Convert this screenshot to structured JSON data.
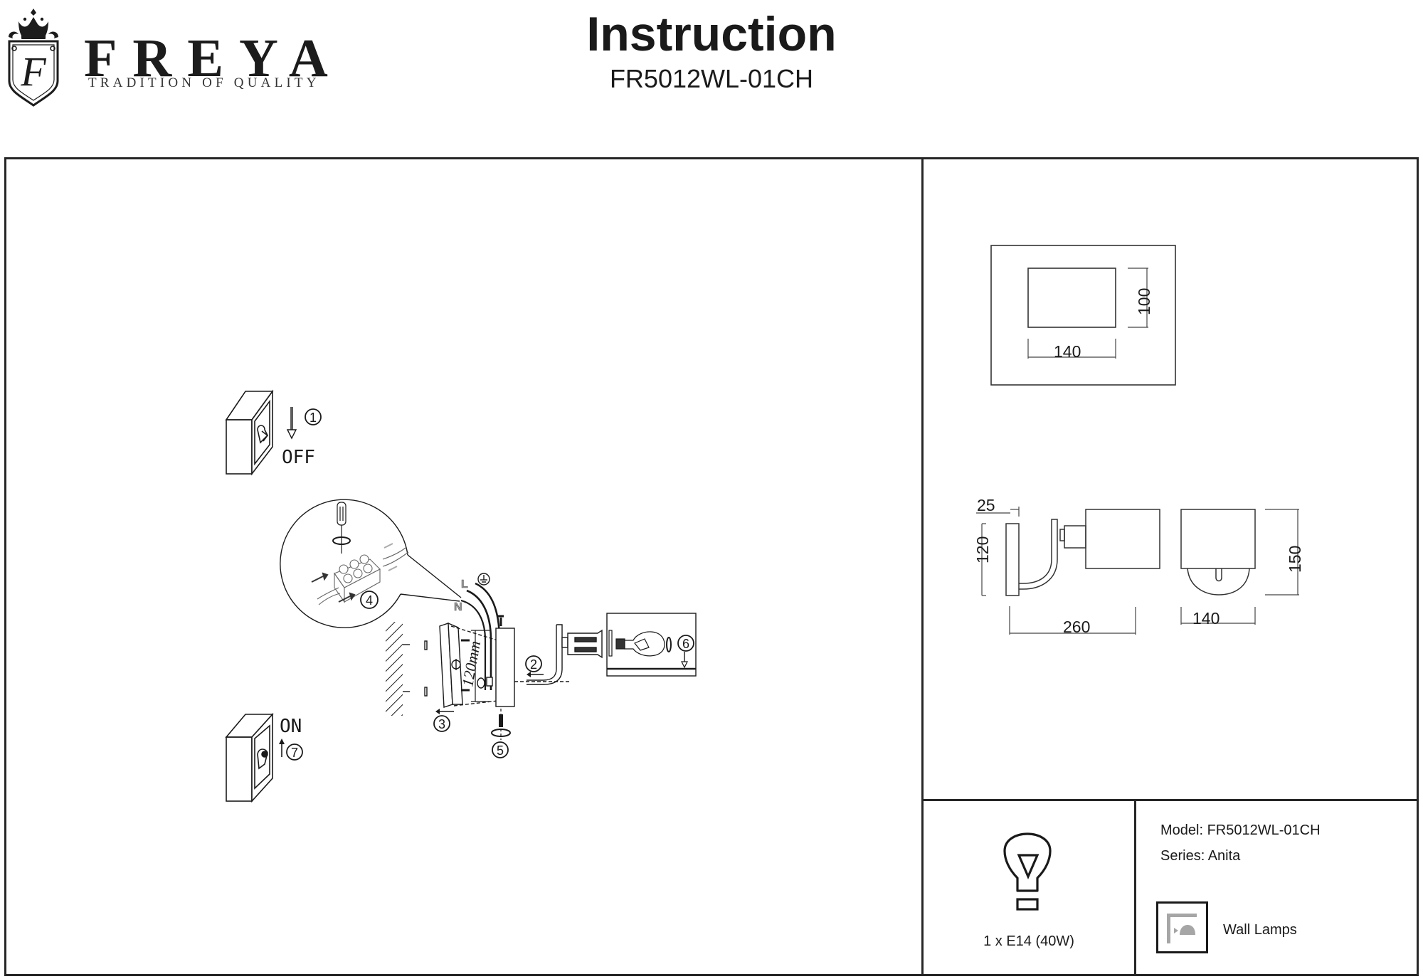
{
  "header": {
    "brand": {
      "name": "FREYA",
      "tagline": "TRADITION OF QUALITY",
      "logo_icon": "crest-shield-crown-icon",
      "logo_monogram": "F"
    },
    "title": "Instruction",
    "model_code": "FR5012WL-01CH"
  },
  "installation_steps": [
    {
      "number": "1",
      "label": "OFF",
      "icon": "switch-off-icon",
      "action": "Switch power off"
    },
    {
      "number": "2",
      "label": "",
      "icon": "arrow-left-icon",
      "action": "Remove lamp arm from mounting plate"
    },
    {
      "number": "3",
      "label": "",
      "icon": "mounting-bracket-icon",
      "action": "Fix mounting bracket to wall"
    },
    {
      "number": "4",
      "label": "",
      "icon": "terminal-block-icon",
      "action": "Connect wires to terminal block"
    },
    {
      "number": "5",
      "label": "",
      "icon": "screw-rotate-icon",
      "action": "Tighten fixing screw"
    },
    {
      "number": "6",
      "label": "",
      "icon": "bulb-rotate-icon",
      "action": "Insert bulb and attach shade"
    },
    {
      "number": "7",
      "label": "ON",
      "icon": "switch-on-icon",
      "action": "Switch power on"
    }
  ],
  "installation_annotations": {
    "bracket_spacing": "120mm",
    "wire_labels": [
      "L",
      "N"
    ],
    "earth_icon": "earth-ground-icon"
  },
  "dimensions": {
    "unit": "mm",
    "top_view": {
      "width": "140",
      "height": "100"
    },
    "side_view": {
      "base_depth": "25",
      "base_height": "120",
      "total_length": "260"
    },
    "front_view": {
      "width": "140",
      "height": "150"
    }
  },
  "bulb_spec": {
    "icon": "light-bulb-icon",
    "label": "1 x E14 (40W)"
  },
  "product_info": {
    "model": "Model: FR5012WL-01CH",
    "series": "Series: Anita",
    "category_icon": "wall-lamp-icon",
    "category": "Wall Lamps"
  },
  "colors": {
    "ink": "#1a1a1a",
    "frame": "#262626",
    "icon_gray": "#a6a6a6",
    "background": "#ffffff"
  }
}
